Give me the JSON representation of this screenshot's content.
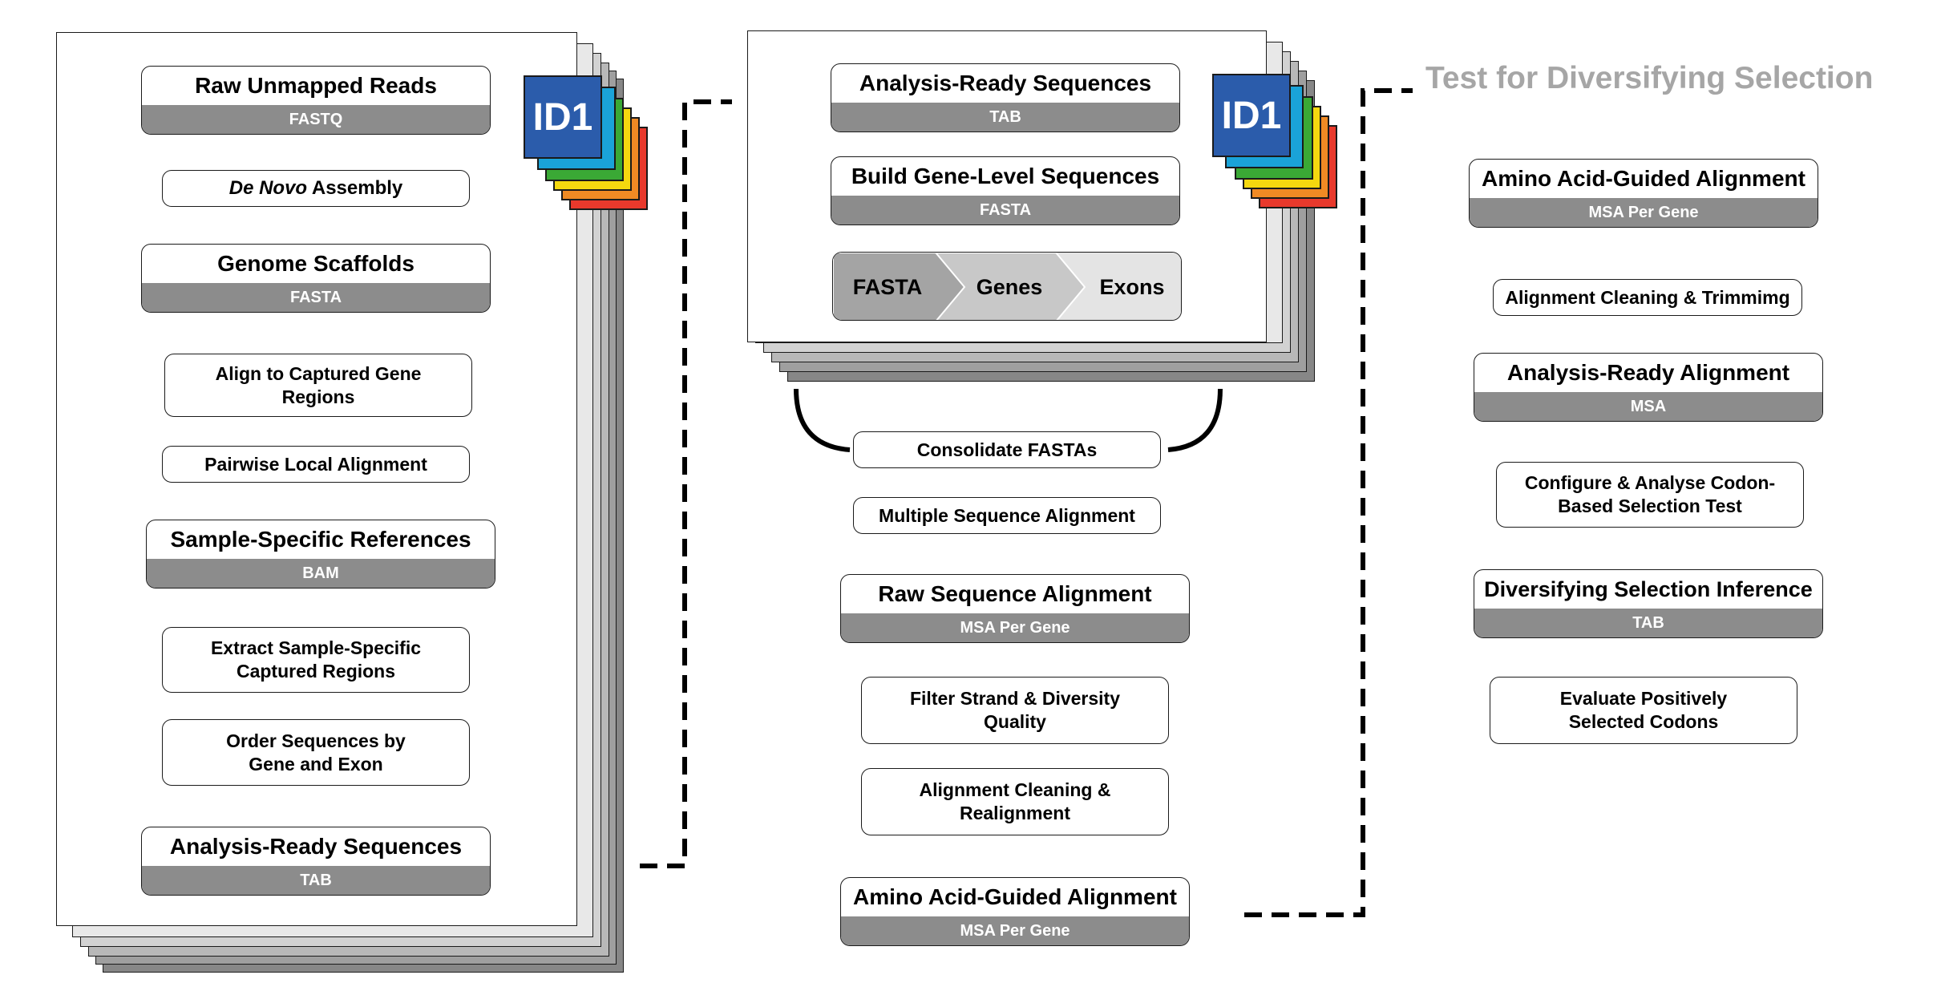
{
  "colors": {
    "id_blue": "#2b5cab",
    "label_grey": "#8c8c8c",
    "title_grey": "#a6a6a6"
  },
  "id_badge": "ID1",
  "left_panel": {
    "raw_reads": {
      "title": "Raw Unmapped Reads",
      "format": "FASTQ"
    },
    "assembly": {
      "italic": "De Novo",
      "rest": " Assembly"
    },
    "scaffolds": {
      "title": "Genome Scaffolds",
      "format": "FASTA"
    },
    "align_gene": "Align to Captured Gene Regions",
    "pairwise": "Pairwise Local Alignment",
    "sample_refs": {
      "title": "Sample-Specific References",
      "format": "BAM"
    },
    "extract": "Extract Sample-Specific Captured Regions",
    "order": "Order Sequences by Gene and Exon",
    "analysis_ready": {
      "title": "Analysis-Ready Sequences",
      "format": "TAB"
    }
  },
  "middle_panel": {
    "analysis_ready": {
      "title": "Analysis-Ready Sequences",
      "format": "TAB"
    },
    "build": {
      "title": "Build Gene-Level Sequences",
      "format": "FASTA"
    },
    "arrows": [
      "FASTA",
      "Genes",
      "Exons"
    ],
    "consolidate": "Consolidate FASTAs",
    "msa": "Multiple Sequence Alignment",
    "raw_alignment": {
      "title": "Raw Sequence Alignment",
      "format": "MSA Per Gene"
    },
    "filter": "Filter Strand & Diversity Quality",
    "cleaning": "Alignment Cleaning & Realignment",
    "aa_guided": {
      "title": "Amino Acid-Guided Alignment",
      "format": "MSA Per Gene"
    }
  },
  "right_panel": {
    "title": "Test for Diversifying Selection",
    "aa_guided": {
      "title": "Amino Acid-Guided Alignment",
      "format": "MSA Per Gene"
    },
    "cleaning": "Alignment Cleaning & Trimmimg",
    "analysis_ready": {
      "title": "Analysis-Ready Alignment",
      "format": "MSA"
    },
    "configure": "Configure & Analyse Codon-Based Selection Test",
    "inference": {
      "title": "Diversifying Selection Inference",
      "format": "TAB"
    },
    "evaluate": "Evaluate Positively Selected Codons"
  }
}
